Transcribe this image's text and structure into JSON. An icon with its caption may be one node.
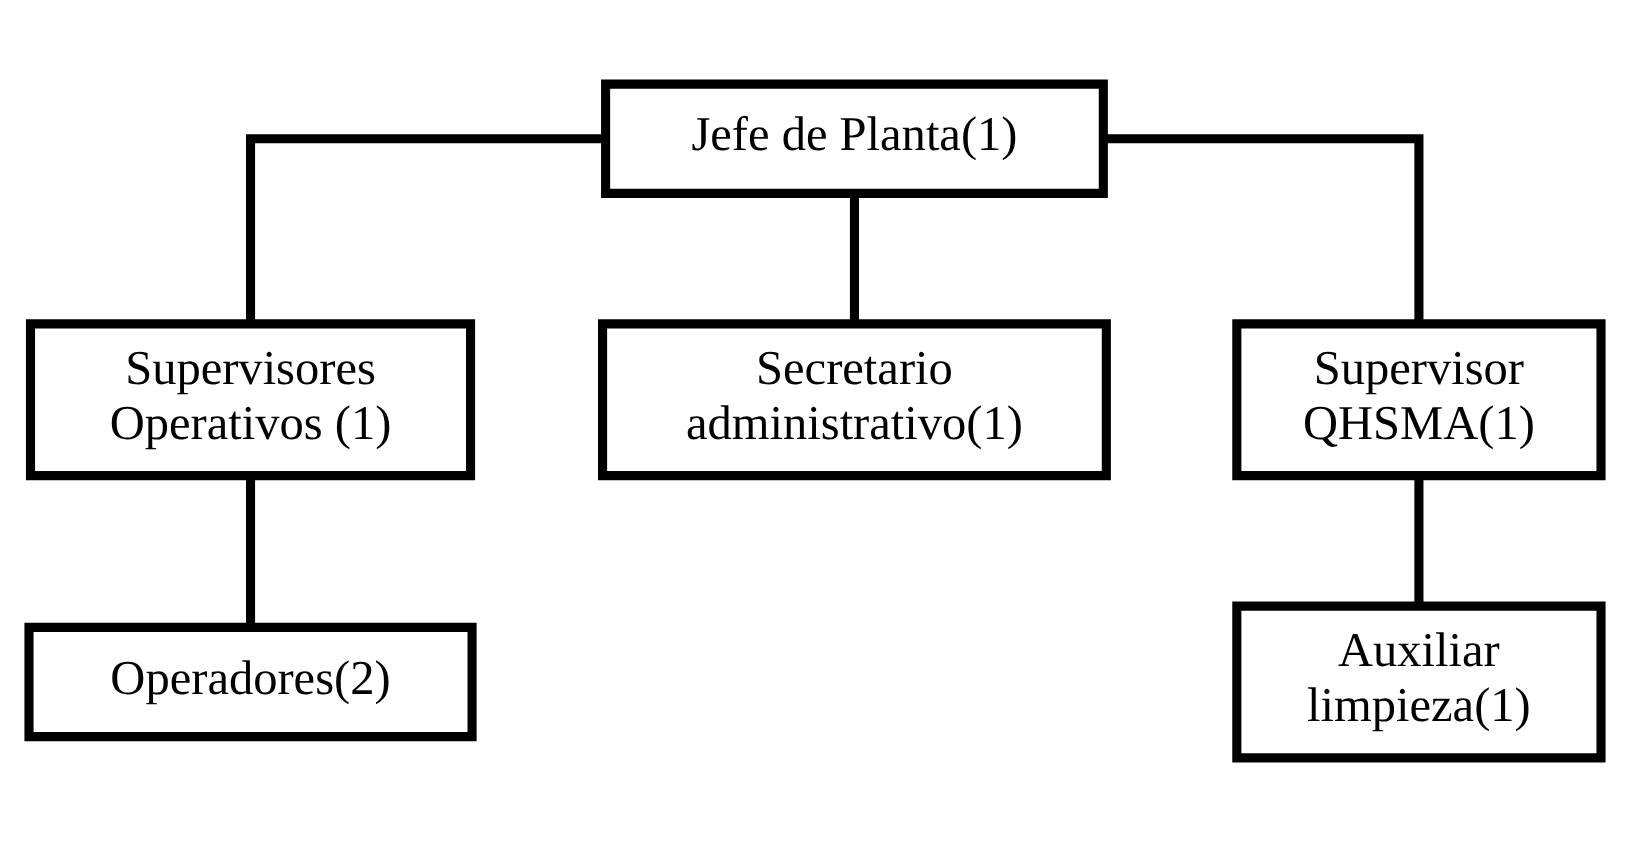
{
  "diagram": {
    "nodes": [
      {
        "text": [
          "Jefe de Planta(1)"
        ]
      },
      {
        "text": [
          "Supervisores Operativos (1)"
        ]
      },
      {
        "text": [
          "Secretario administrativo(1)"
        ]
      },
      {
        "text": [
          "Supervisor QHSMA(1)"
        ]
      },
      {
        "text": [
          "Operadores(2)"
        ]
      },
      {
        "text": [
          "Auxiliar limpieza(1)"
        ]
      }
    ],
    "edges": [
      {
        "from": 0,
        "to": 1,
        "arrow": "none"
      },
      {
        "from": 0,
        "to": 2,
        "arrow": "none"
      },
      {
        "from": 0,
        "to": 3,
        "arrow": "none"
      },
      {
        "from": 1,
        "to": 4,
        "arrow": "none"
      },
      {
        "from": 3,
        "to": 5,
        "arrow": "none"
      }
    ]
  }
}
